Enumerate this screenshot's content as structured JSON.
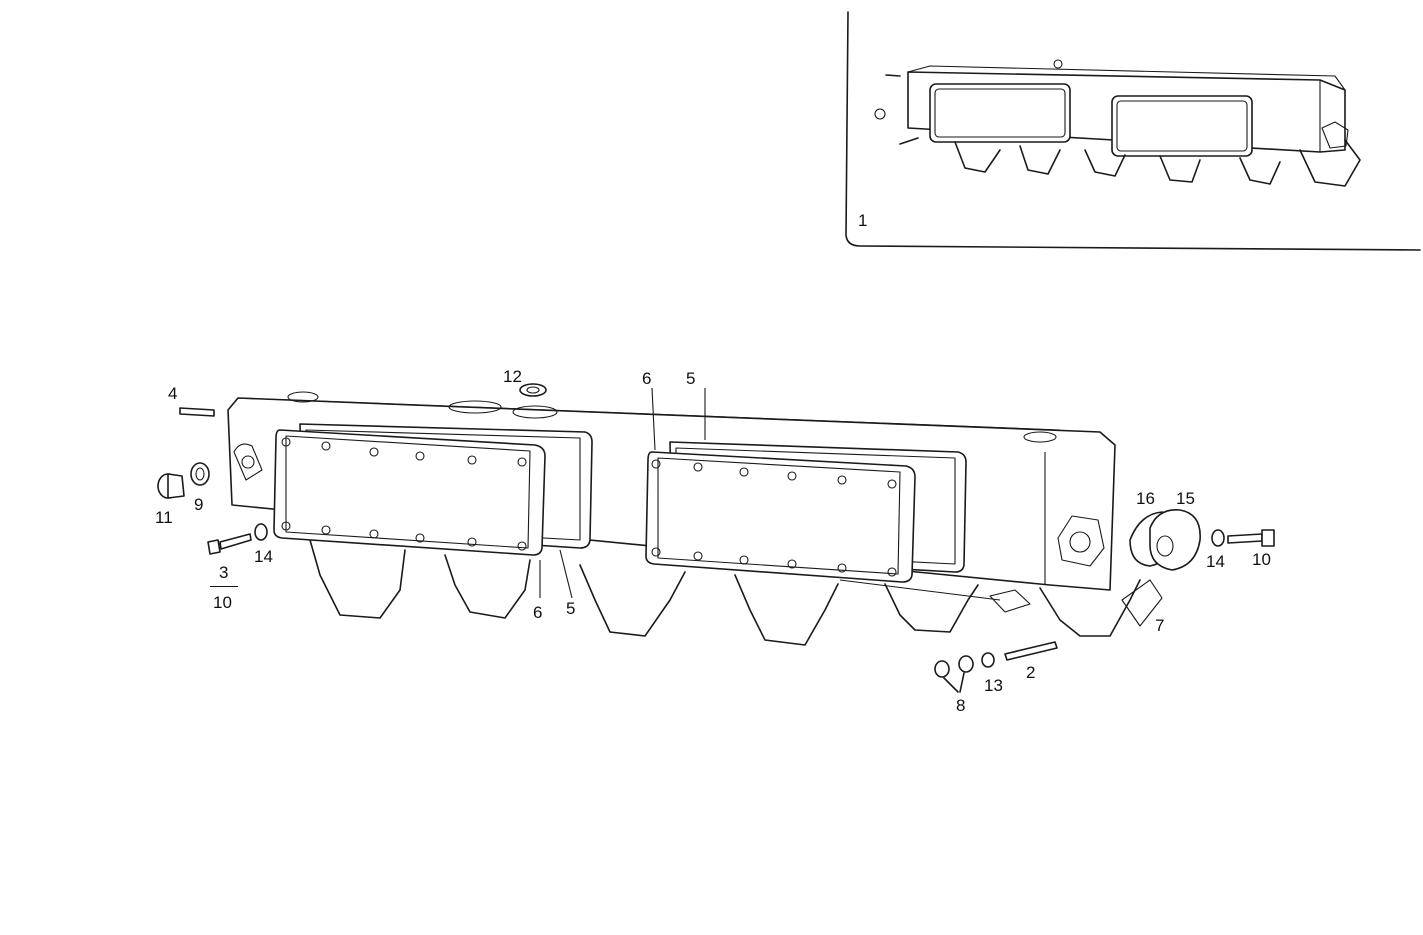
{
  "inset": {
    "ref_label": "1"
  },
  "callouts": {
    "c4": "4",
    "c12": "12",
    "c6_top": "6",
    "c5_top": "5",
    "c11": "11",
    "c9": "9",
    "c14_left": "14",
    "c3": "3",
    "c10_left": "10",
    "c6_bottom": "6",
    "c5_bottom": "5",
    "c16": "16",
    "c15": "15",
    "c14_right": "14",
    "c10_right": "10",
    "c7": "7",
    "c2": "2",
    "c13": "13",
    "c8": "8"
  }
}
